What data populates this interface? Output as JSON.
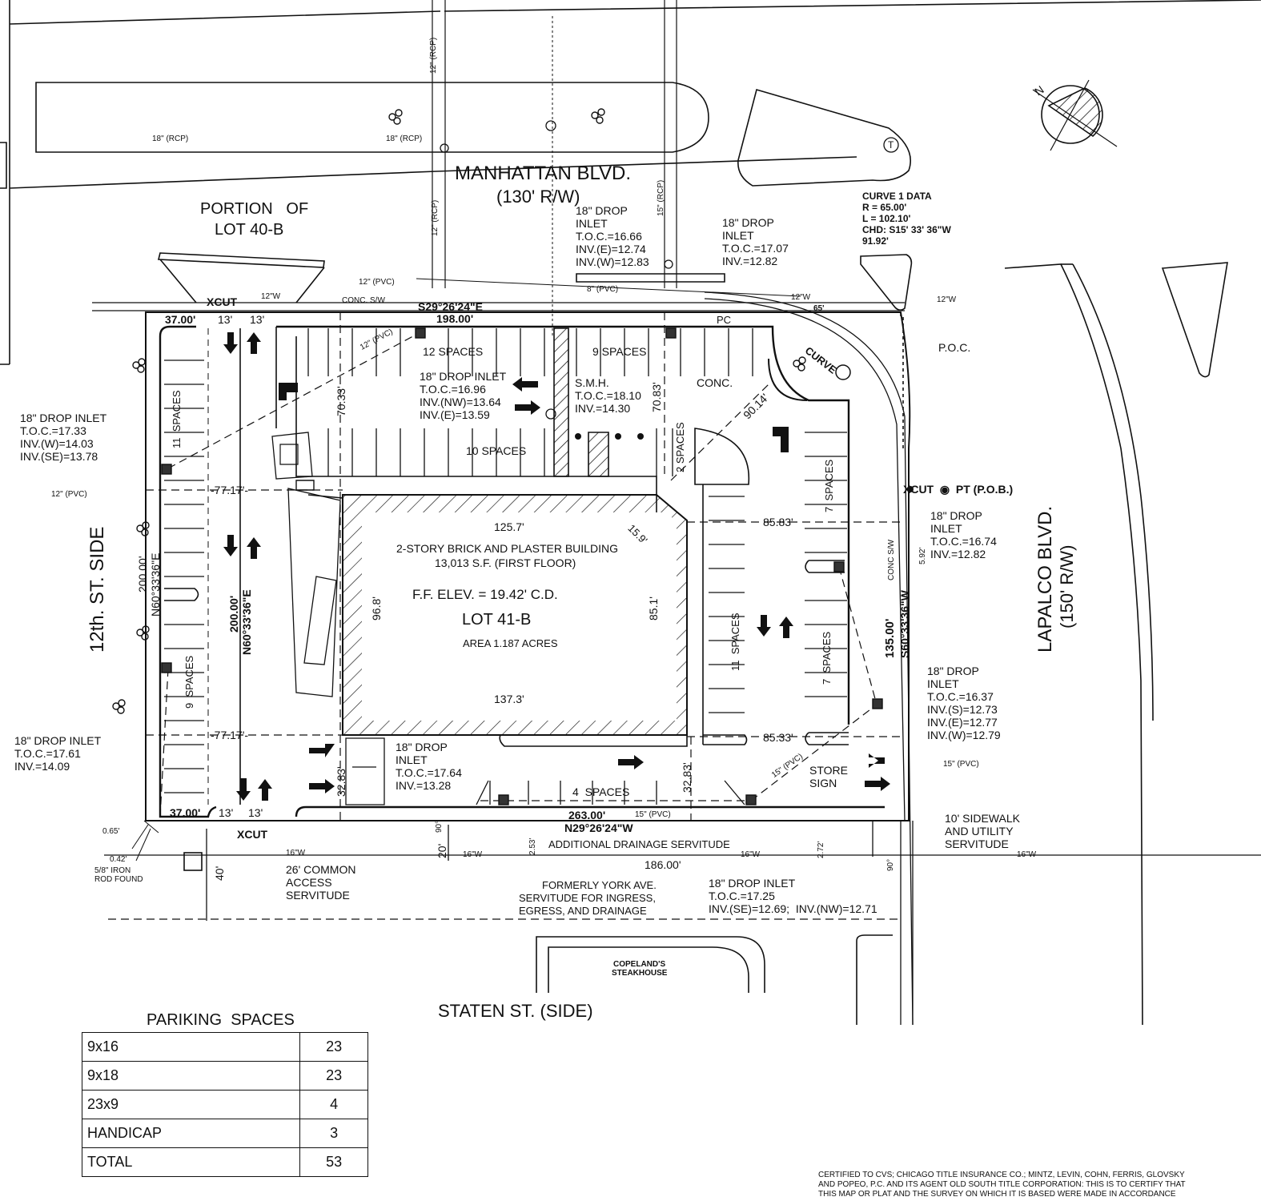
{
  "streets": {
    "manhattan": "MANHATTAN BLVD.",
    "manhattan_rw": "(130' R/W)",
    "lapalco": "LAPALCO BLVD.",
    "lapalco_rw": "(150' R/W)",
    "twelfth": "12th. ST. SIDE",
    "staten": "STATEN ST. (SIDE)"
  },
  "lots": {
    "portion_of": "PORTION   OF",
    "lot_40b": "LOT 40-B",
    "building_desc": "2-STORY BRICK AND PLASTER BUILDING",
    "building_area": "13,013 S.F. (FIRST FLOOR)",
    "ff_elev": "F.F. ELEV. = 19.42' C.D.",
    "lot_41b": "LOT 41-B",
    "area": "AREA 1.187 ACRES"
  },
  "curve": {
    "title": "CURVE 1 DATA",
    "r": "R = 65.00'",
    "l": "L = 102.10'",
    "chd": "CHD: S15' 33' 36\"W",
    "len": "91.92'",
    "label": "CURVE"
  },
  "inlets": {
    "top_a": [
      "18\" DROP",
      "INLET",
      "T.O.C.=16.66",
      "INV.(E)=12.74",
      "INV.(W)=12.83"
    ],
    "top_b": [
      "18\" DROP",
      "INLET",
      "T.O.C.=17.07",
      "INV.=12.82"
    ],
    "mid": [
      "18\" DROP INLET",
      "T.O.C.=16.96",
      "INV.(NW)=13.64",
      "INV.(E)=13.59"
    ],
    "smh": [
      "S.M.H.",
      "T.O.C.=18.10",
      "INV.=14.30"
    ],
    "left_a": [
      "18\" DROP INLET",
      "T.O.C.=17.33",
      "INV.(W)=14.03",
      "INV.(SE)=13.78"
    ],
    "left_b": [
      "18\" DROP INLET",
      "T.O.C.=17.61",
      "INV.=14.09"
    ],
    "right_a": [
      "18\" DROP",
      "INLET",
      "T.O.C.=16.74",
      "INV.=12.82"
    ],
    "right_b": [
      "18\" DROP",
      "INLET",
      "T.O.C.=16.37",
      "INV.(S)=12.73",
      "INV.(E)=12.77",
      "INV.(W)=12.79"
    ],
    "bottom_a": [
      "18\" DROP",
      "INLET",
      "T.O.C.=17.64",
      "INV.=13.28"
    ],
    "bottom_b": [
      "18\" DROP INLET",
      "T.O.C.=17.25",
      "INV.(SE)=12.69;  INV.(NW)=12.71"
    ]
  },
  "spaces": {
    "s12": "12 SPACES",
    "s9": "9 SPACES",
    "s10": "10 SPACES",
    "s2": "2 SPACES",
    "s11a": "11  SPACES",
    "s9b": "9  SPACES",
    "s7a": "7  SPACES",
    "s7b": "7  SPACES",
    "s11b": "11  SPACES",
    "s4": "4  SPACES"
  },
  "dims": {
    "d198": "198.00'",
    "d263": "263.00'",
    "brg_top": "S29°26'24\"E",
    "brg_bot": "N29°26'24\"W",
    "d37a": "37.00'",
    "d37b": "37.00'",
    "d13": "13'",
    "d7033": "70.33'",
    "d7083": "70.83'",
    "d9014": "90.14'",
    "d7717a": "-77.17'-",
    "d7717b": "-77.17'-",
    "d8583": "85.83'",
    "d8533": "85.33'",
    "d1257": "125.7'",
    "d1373": "137.3'",
    "d968": "96.8'",
    "d851": "85.1'",
    "d159": "15.9'",
    "d200a": "200.00'",
    "brg_200a": "N60°33'36\"E",
    "d200b": "200.00'",
    "brg_200b": "N60°33'36\"E",
    "d135": "135.00'",
    "brg_135": "S60°33'36\"W",
    "d3283a": "32.83'",
    "d3283b": "32.83'",
    "d186": "186.00'",
    "d20": "20'",
    "d40": "40'",
    "d065": "0.65'",
    "d042": "0.42'",
    "d253": "2.53'",
    "d272": "2.72'",
    "d592": "5.92'",
    "d65": "65'",
    "d90a": "90°",
    "d90b": "90°"
  },
  "labels": {
    "xcut_tl": "XCUT",
    "xcut_bl": "XCUT",
    "xcut_pt": "XCUT  ◉  PT (P.O.B.)",
    "poc": "P.O.C.",
    "pc": "PC",
    "conc": "CONC.",
    "conc_sw": "CONC. S/W",
    "conc_sw_r": "CONC S/W",
    "store_sign": [
      "STORE",
      "SIGN"
    ],
    "sidewalk": [
      "10' SIDEWALK",
      "AND UTILITY",
      "SERVITUDE"
    ],
    "common_access": [
      "26' COMMON",
      "ACCESS",
      "SERVITUDE"
    ],
    "drainage": "ADDITIONAL DRAINAGE SERVITUDE",
    "york": [
      "FORMERLY YORK AVE.",
      "SERVITUDE FOR INGRESS,",
      "EGRESS, AND DRAINAGE"
    ],
    "iron_rod": [
      "5/8\" IRON",
      "ROD FOUND"
    ],
    "copeland": [
      "COPELAND'S",
      "STEAKHOUSE"
    ],
    "pipes": {
      "p18a": "18\" (RCP)",
      "p18b": "18\" (RCP)",
      "p12rcp_a": "12\" (RCP)",
      "p12rcp_b": "12\" (RCP)",
      "p15rcp": "15\" (RCP)",
      "p12pvc_a": "12\" (PVC)",
      "p12pvc_b": "12\" (PVC)",
      "p12pvc_c": "12\" (PVC)",
      "p8pvc": "8\" (PVC)",
      "p15pvc_a": "15\" (PVC)",
      "p15pvc_b": "15\" (PVC)",
      "p15pvc_c": "15\" (PVC)",
      "w12a": "12\"W",
      "w12b": "12\"W",
      "w12c": "12\"W",
      "w16a": "16\"W",
      "w16b": "16\"W",
      "w16c": "16\"W",
      "w16d": "16\"W"
    }
  },
  "table": {
    "title": "PARIKING  SPACES",
    "rows": [
      {
        "type": "9x16",
        "count": "23"
      },
      {
        "type": "9x18",
        "count": "23"
      },
      {
        "type": "23x9",
        "count": "4"
      },
      {
        "type": "HANDICAP",
        "count": "3"
      },
      {
        "type": "TOTAL",
        "count": "53"
      }
    ]
  },
  "certification": [
    "CERTIFIED TO CVS; CHICAGO TITLE INSURANCE CO.; MINTZ, LEVIN, COHN, FERRIS, GLOVSKY",
    "AND POPEO, P.C. AND ITS AGENT OLD SOUTH TITLE CORPORATION: THIS IS TO CERTIFY THAT",
    "THIS MAP OR PLAT AND THE SURVEY ON WHICH IT IS BASED WERE MADE IN ACCORDANCE"
  ],
  "symbols": {
    "north": "N",
    "telephone": "T"
  },
  "icons": [
    "north-arrow-icon",
    "tree-icon",
    "drop-inlet-icon",
    "manhole-icon",
    "hydrant-icon",
    "arrow-icon"
  ],
  "colors": {
    "ink": "#111111",
    "paper": "#ffffff"
  }
}
